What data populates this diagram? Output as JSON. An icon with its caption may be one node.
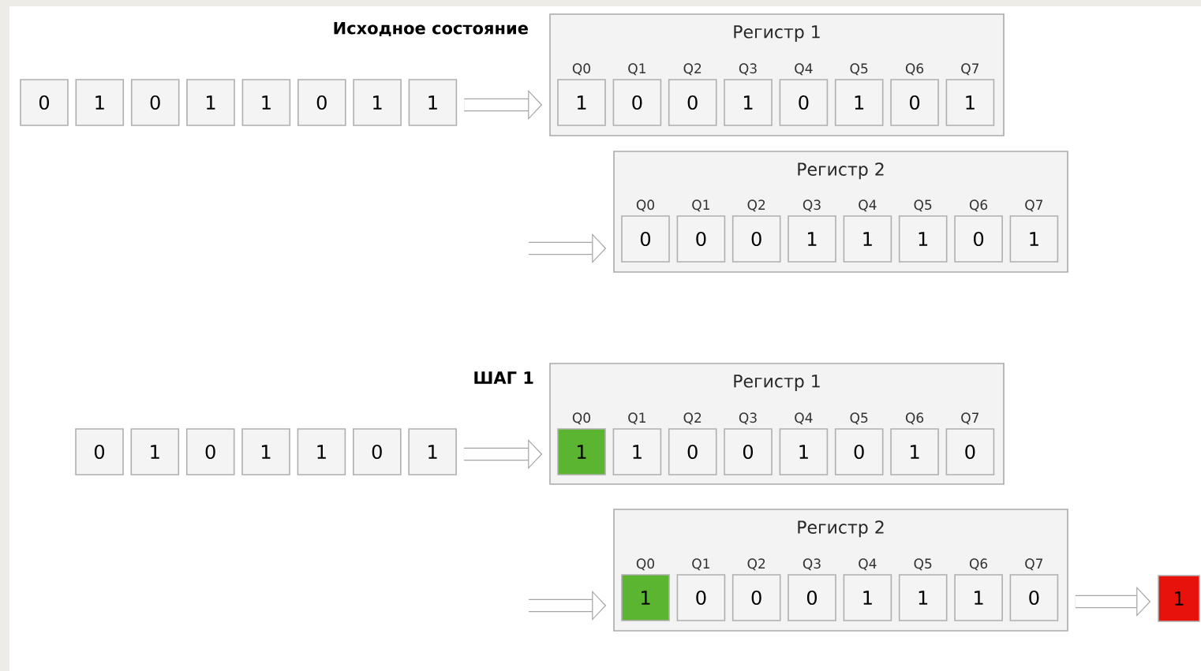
{
  "diagram": {
    "nodes": [
      {
        "text": [
          "0"
        ]
      },
      {
        "text": [
          "1"
        ]
      },
      {
        "text": [
          "0"
        ]
      },
      {
        "text": [
          "1"
        ]
      },
      {
        "text": [
          "1"
        ]
      },
      {
        "text": [
          "0"
        ]
      },
      {
        "text": [
          "1"
        ]
      },
      {
        "text": [
          "1"
        ]
      },
      {
        "text": [
          "Регистр 1"
        ]
      },
      {
        "text": [
          "Q0",
          "1"
        ],
        "in": 8
      },
      {
        "text": [
          "Q1",
          "0"
        ],
        "in": 8
      },
      {
        "text": [
          "Q2",
          "0"
        ],
        "in": 8
      },
      {
        "text": [
          "Q3",
          "1"
        ],
        "in": 8
      },
      {
        "text": [
          "Q4",
          "0"
        ],
        "in": 8
      },
      {
        "text": [
          "Q5",
          "1"
        ],
        "in": 8
      },
      {
        "text": [
          "Q6",
          "0"
        ],
        "in": 8
      },
      {
        "text": [
          "Q7",
          "1"
        ],
        "in": 8
      },
      {
        "text": [
          "Регистр 2"
        ]
      },
      {
        "text": [
          "Q0",
          "0"
        ],
        "in": 17
      },
      {
        "text": [
          "Q1",
          "0"
        ],
        "in": 17
      },
      {
        "text": [
          "Q2",
          "0"
        ],
        "in": 17
      },
      {
        "text": [
          "Q3",
          "1"
        ],
        "in": 17
      },
      {
        "text": [
          "Q4",
          "1"
        ],
        "in": 17
      },
      {
        "text": [
          "Q5",
          "1"
        ],
        "in": 17
      },
      {
        "text": [
          "Q6",
          "0"
        ],
        "in": 17
      },
      {
        "text": [
          "Q7",
          "1"
        ],
        "in": 17
      },
      {
        "text": [
          "0"
        ]
      },
      {
        "text": [
          "1"
        ]
      },
      {
        "text": [
          "0"
        ]
      },
      {
        "text": [
          "1"
        ]
      },
      {
        "text": [
          "1"
        ]
      },
      {
        "text": [
          "0"
        ]
      },
      {
        "text": [
          "1"
        ]
      },
      {
        "text": [
          "Регистр 1"
        ]
      },
      {
        "text": [
          "Q0",
          "1"
        ],
        "in": 33
      },
      {
        "text": [
          "Q1",
          "1"
        ],
        "in": 33
      },
      {
        "text": [
          "Q2",
          "0"
        ],
        "in": 33
      },
      {
        "text": [
          "Q3",
          "0"
        ],
        "in": 33
      },
      {
        "text": [
          "Q4",
          "1"
        ],
        "in": 33
      },
      {
        "text": [
          "Q5",
          "0"
        ],
        "in": 33
      },
      {
        "text": [
          "Q6",
          "1"
        ],
        "in": 33
      },
      {
        "text": [
          "Q7",
          "0"
        ],
        "in": 33
      },
      {
        "text": [
          "Регистр 2"
        ]
      },
      {
        "text": [
          "Q0",
          "1"
        ],
        "in": 42
      },
      {
        "text": [
          "Q1",
          "0"
        ],
        "in": 42
      },
      {
        "text": [
          "Q2",
          "0"
        ],
        "in": 42
      },
      {
        "text": [
          "Q3",
          "0"
        ],
        "in": 42
      },
      {
        "text": [
          "Q4",
          "1"
        ],
        "in": 42
      },
      {
        "text": [
          "Q5",
          "1"
        ],
        "in": 42
      },
      {
        "text": [
          "Q6",
          "1"
        ],
        "in": 42
      },
      {
        "text": [
          "Q7",
          "0"
        ],
        "in": 42
      },
      {
        "text": [
          "1"
        ]
      }
    ],
    "edges": [
      {
        "from": 7,
        "to": 8,
        "arrow": "to"
      },
      {
        "from": null,
        "to": 17,
        "arrow": "to"
      },
      {
        "from": 32,
        "to": 33,
        "arrow": "to"
      },
      {
        "from": null,
        "to": 42,
        "arrow": "to"
      },
      {
        "from": 42,
        "to": 51,
        "arrow": "to"
      }
    ],
    "labels": [
      "Исходное состояние",
      "ШАГ 1"
    ]
  }
}
